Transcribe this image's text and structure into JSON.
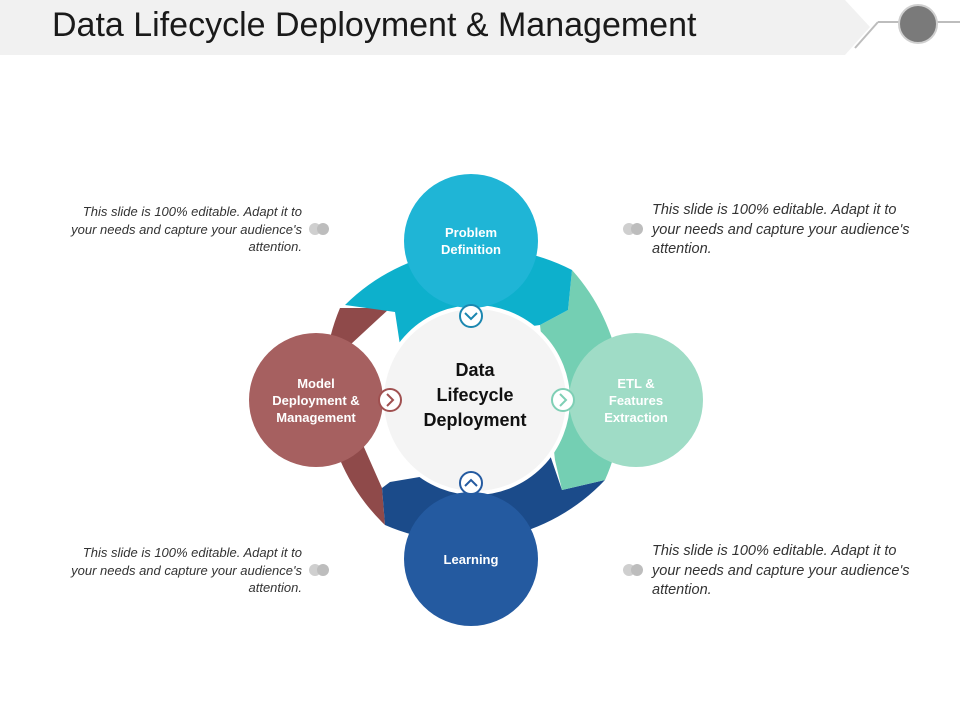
{
  "slide": {
    "title": "Data Lifecycle Deployment & Management"
  },
  "center": {
    "label": "Data\nLifecycle\nDeployment"
  },
  "nodes": [
    {
      "id": "problem",
      "label": "Problem\nDefinition",
      "color": "#1fb5d6"
    },
    {
      "id": "etl",
      "label": "ETL &\nFeatures\nExtraction",
      "color": "#9fdcc6"
    },
    {
      "id": "learning",
      "label": "Learning",
      "color": "#245aa0"
    },
    {
      "id": "model",
      "label": "Model\nDeployment &\nManagement",
      "color": "#a66060"
    }
  ],
  "arc_colors": {
    "top": "#0db0cc",
    "right": "#74cfb3",
    "bottom": "#1b4b8a",
    "left": "#8f4a4a"
  },
  "notes": {
    "top_left": "This slide is 100% editable.  Adapt it to your needs and capture your audience's attention.",
    "top_right": "This slide is 100% editable. Adapt it to your needs and capture your audience's attention.",
    "bottom_left": "This slide is 100% editable.  Adapt it to your needs and capture your audience's attention.",
    "bottom_right": "This slide is 100% editable. Adapt it to your needs and capture your audience's attention."
  },
  "icons": {
    "header_decoration": "circle-node-icon",
    "bullet": "double-dot-bullet-icon",
    "arrows": [
      "chevron-down-icon",
      "chevron-right-icon",
      "chevron-up-icon",
      "chevron-right-icon"
    ]
  }
}
